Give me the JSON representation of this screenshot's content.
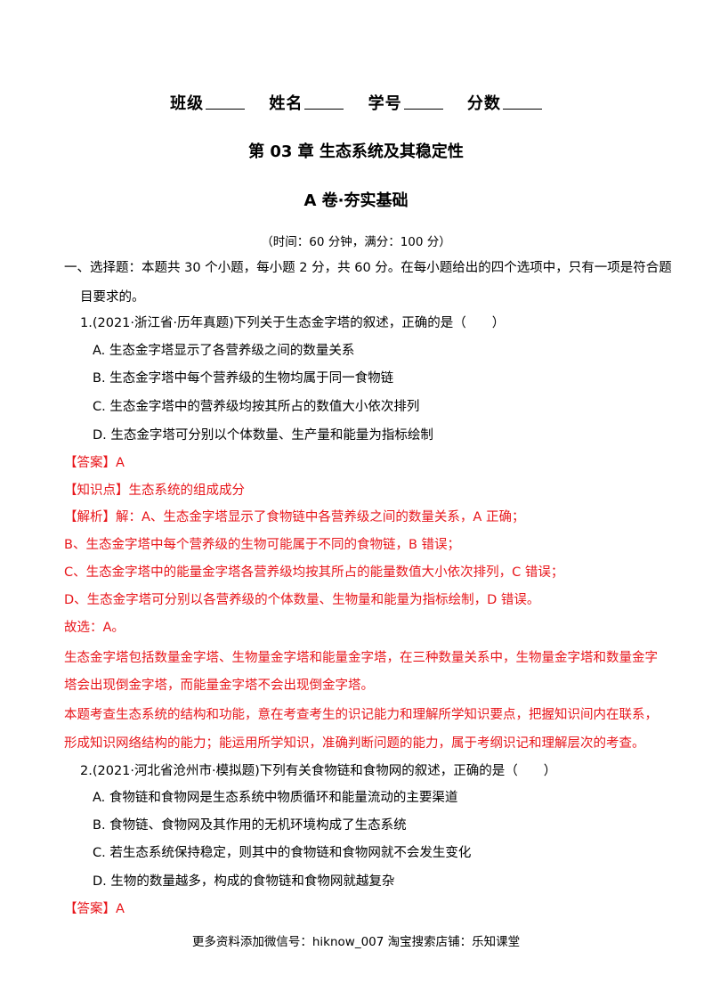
{
  "header": {
    "class_label": "班级",
    "name_label": "姓名",
    "id_label": "学号",
    "score_label": "分数"
  },
  "title": "第 03 章  生态系统及其稳定性",
  "subtitle": "A 卷·夯实基础",
  "time_info": "（时间：60 分钟，满分：100 分）",
  "section": {
    "line1": "一、选择题：本题共 30 个小题，每小题 2 分，共 60 分。在每小题给出的四个选项中，只有一项是符合题",
    "line2": "目要求的。"
  },
  "questions": [
    {
      "stem": "1.(2021·浙江省·历年真题)下列关于生态金字塔的叙述，正确的是（　　）",
      "options": [
        "A. 生态金字塔显示了各营养级之间的数量关系",
        "B. 生态金字塔中每个营养级的生物均属于同一食物链",
        "C. 生态金字塔中的营养级均按其所占的数值大小依次排列",
        "D. 生态金字塔可分别以个体数量、生产量和能量为指标绘制"
      ],
      "answer": "【答案】A",
      "knowledge": "【知识点】生态系统的组成成分",
      "analysis": [
        "【解析】解：A、生态金字塔显示了食物链中各营养级之间的数量关系，A 正确；",
        "B、生态金字塔中每个营养级的生物可能属于不同的食物链，B 错误；",
        "C、生态金字塔中的能量金字塔各营养级均按其所占的能量数值大小依次排列，C 错误；",
        "D、生态金字塔可分别以各营养级的个体数量、生物量和能量为指标绘制，D 错误。",
        "故选：A。",
        "生态金字塔包括数量金字塔、生物量金字塔和能量金字塔，在三种数量关系中，生物量金字塔和数量金字",
        "塔会出现倒金字塔，而能量金字塔不会出现倒金字塔。",
        "本题考查生态系统的结构和功能，意在考查考生的识记能力和理解所学知识要点，把握知识间内在联系，",
        "形成知识网络结构的能力；能运用所学知识，准确判断问题的能力，属于考纲识记和理解层次的考查。"
      ]
    },
    {
      "stem": "2.(2021·河北省沧州市·模拟题)下列有关食物链和食物网的叙述，正确的是（　　）",
      "options": [
        "A. 食物链和食物网是生态系统中物质循环和能量流动的主要渠道",
        "B. 食物链、食物网及其作用的无机环境构成了生态系统",
        "C. 若生态系统保持稳定，则其中的食物链和食物网就不会发生变化",
        "D. 生物的数量越多，构成的食物链和食物网就越复杂"
      ],
      "answer": "【答案】A"
    }
  ],
  "footer": "更多资料添加微信号：hiknow_007  淘宝搜索店铺：乐知课堂",
  "colors": {
    "answer_red": "#e8161b",
    "text": "#000000"
  }
}
